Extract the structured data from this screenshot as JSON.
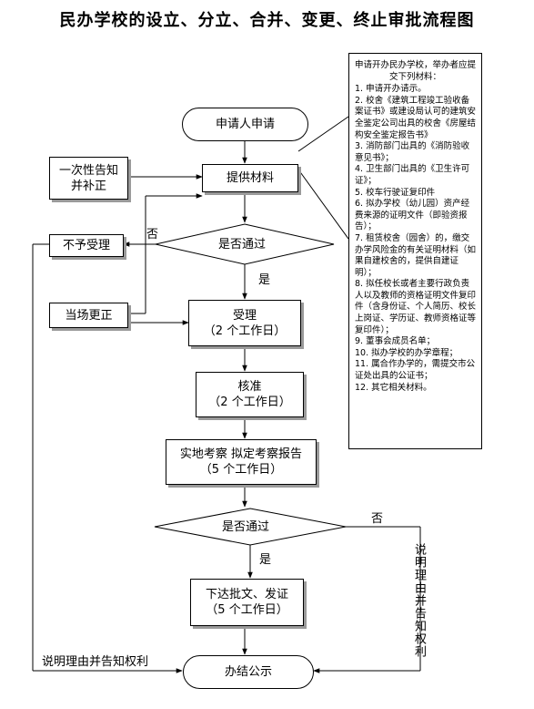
{
  "title": "民办学校的设立、分立、合并、变更、终止审批流程图",
  "nodes": {
    "apply": "申请人申请",
    "provide": "提供材料",
    "check1": "是否通过",
    "notify_once_line1": "一次性告知",
    "notify_once_line2": "并补正",
    "reject": "不予受理",
    "onsite_fix": "当场更正",
    "accept_line1": "受理",
    "accept_line2": "（2 个工作日）",
    "approve_line1": "核准",
    "approve_line2": "（2 个工作日）",
    "inspect_line1": "实地考察  拟定考察报告",
    "inspect_line2": "（5 个工作日）",
    "check2": "是否通过",
    "issue_line1": "下达批文、发证",
    "issue_line2": "（5 个工作日）",
    "finish": "办结公示"
  },
  "labels": {
    "yes1": "是",
    "no1": "否",
    "yes2": "是",
    "no2": "否",
    "explain_bottom": "说明理由并告知权利",
    "explain_right": "说明理由并告知权利"
  },
  "materials": {
    "header": "申请开办民办学校，举办者应提交下列材料：",
    "items": [
      "1. 申请开办请示。",
      "2. 校舍《建筑工程竣工验收备案证书》或建设局认可的建筑安全鉴定公司出具的校舍《房屋结构安全鉴定报告书》",
      "3. 消防部门出具的《消防验收意见书》；",
      "4. 卫生部门出具的《卫生许可证》；",
      "5. 校车行驶证复印件",
      "6. 拟办学校（幼儿园）资产经费来源的证明文件（即验资报告）；",
      "7. 租赁校舍（园舍）的，缴交办学风险金的有关证明材料（如果自建校舍的，提供自建证明）；",
      "8. 拟任校长或者主要行政负责人以及教师的资格证明文件复印件（含身份证、个人简历、校长上岗证、学历证、教师资格证等复印件）；",
      "9. 董事会成员名单；",
      "10. 拟办学校的办学章程；",
      "11. 属合作办学的，需提交市公证处出具的公证书；",
      "12. 其它相关材料。"
    ]
  }
}
